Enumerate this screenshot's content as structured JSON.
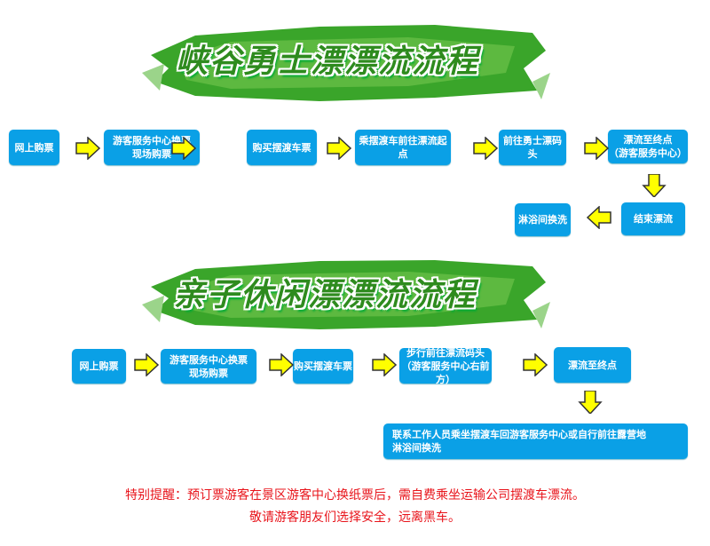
{
  "section1": {
    "title": "峡谷勇士漂漂流流程",
    "steps": [
      "网上购票",
      "游客服务中心换票",
      "现场购票",
      "购买摆渡车票",
      "乘摆渡车前往漂流起点",
      "前往勇士漂码头",
      "漂流至终点",
      "（游客服务中心）",
      "结束漂流",
      "淋浴间换洗"
    ]
  },
  "section2": {
    "title": "亲子休闲漂漂流流程",
    "steps": [
      "网上购票",
      "游客服务中心换票",
      "现场购票",
      "购买摆渡车票",
      "步行前往漂流码头",
      "（游客服务中心右前方）",
      "漂流至终点",
      "联系工作人员乘坐摆渡车回游客服务中心或自行前往露营地",
      "淋浴间换洗"
    ]
  },
  "notice": {
    "line1": "特别提醒：预订票游客在景区游客中心换纸票后，需自费乘坐运输公司摆渡车漂流。",
    "line2": "敬请游客朋友们选择安全，远离黑车。"
  },
  "colors": {
    "box": "#0aa0e6",
    "arrow": "#ffff00",
    "title": "#2e8b1e",
    "notice": "#e8141b"
  }
}
